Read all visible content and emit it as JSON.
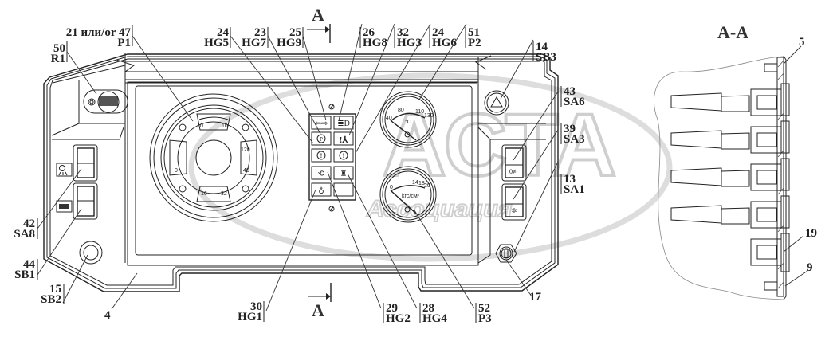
{
  "diagram": {
    "type": "technical-drawing",
    "subject": "Instrument panel (dashboard) with section view",
    "section_marker": "A",
    "section_view_title": "A-A",
    "watermark": {
      "top": "АСТА",
      "bottom": "Ассоциация"
    }
  },
  "callouts": {
    "c50": {
      "num": "50",
      "code": "R1"
    },
    "c21": {
      "num": "21 или/or 47",
      "code": "P1"
    },
    "c24a": {
      "num": "24",
      "code": "HG5"
    },
    "c23": {
      "num": "23",
      "code": "HG7"
    },
    "c25": {
      "num": "25",
      "code": "HG9"
    },
    "c26": {
      "num": "26",
      "code": "HG8"
    },
    "c32": {
      "num": "32",
      "code": "HG3"
    },
    "c24b": {
      "num": "24",
      "code": "HG6"
    },
    "c51": {
      "num": "51",
      "code": "P2"
    },
    "c14": {
      "num": "14",
      "code": "SB3"
    },
    "c43": {
      "num": "43",
      "code": "SA6"
    },
    "c39": {
      "num": "39",
      "code": "SA3"
    },
    "c13": {
      "num": "13",
      "code": "SA1"
    },
    "c42": {
      "num": "42",
      "code": "SA8"
    },
    "c44": {
      "num": "44",
      "code": "SB1"
    },
    "c15": {
      "num": "15",
      "code": "SB2"
    },
    "c4": {
      "num": "4"
    },
    "c30": {
      "num": "30",
      "code": "HG1"
    },
    "c29": {
      "num": "29",
      "code": "HG2"
    },
    "c28": {
      "num": "28",
      "code": "HG4"
    },
    "c52": {
      "num": "52",
      "code": "P3"
    },
    "c17": {
      "num": "17"
    },
    "s5": {
      "num": "5"
    },
    "s19": {
      "num": "19"
    },
    "s9": {
      "num": "9"
    }
  },
  "gauges": {
    "combo": {
      "top": [
        "0",
        "10"
      ],
      "right": [
        "120",
        "40"
      ],
      "bottom": [
        "16",
        "32"
      ],
      "left": [
        "0"
      ]
    },
    "temp": {
      "ticks": [
        "40",
        "80",
        "110",
        "130"
      ],
      "unit": "°C"
    },
    "pressure": {
      "ticks": [
        "0",
        "14",
        "18",
        "20"
      ],
      "unit": "kгс/см²"
    }
  }
}
